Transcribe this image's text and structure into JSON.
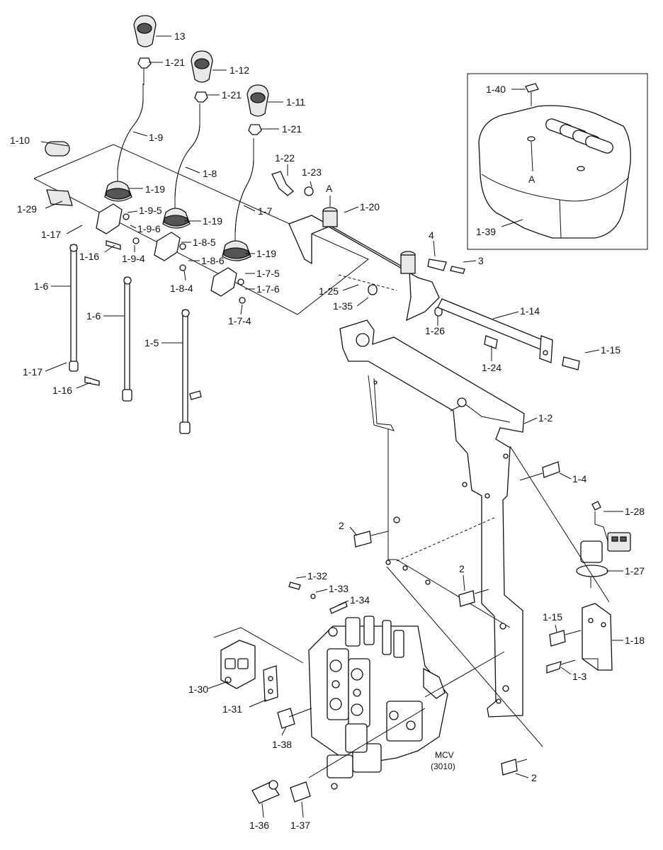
{
  "callouts": [
    {
      "id": "13",
      "text": "13"
    },
    {
      "id": "1-21a",
      "text": "1-21"
    },
    {
      "id": "1-12",
      "text": "1-12"
    },
    {
      "id": "1-21b",
      "text": "1-21"
    },
    {
      "id": "1-11",
      "text": "1-11"
    },
    {
      "id": "1-21c",
      "text": "1-21"
    },
    {
      "id": "1-10",
      "text": "1-10"
    },
    {
      "id": "1-9",
      "text": "1-9"
    },
    {
      "id": "1-8",
      "text": "1-8"
    },
    {
      "id": "1-7",
      "text": "1-7"
    },
    {
      "id": "1-22",
      "text": "1-22"
    },
    {
      "id": "1-23",
      "text": "1-23"
    },
    {
      "id": "A1",
      "text": "A"
    },
    {
      "id": "1-20",
      "text": "1-20"
    },
    {
      "id": "1-29",
      "text": "1-29"
    },
    {
      "id": "1-19a",
      "text": "1-19"
    },
    {
      "id": "1-9-5",
      "text": "1-9-5"
    },
    {
      "id": "1-19b",
      "text": "1-19"
    },
    {
      "id": "1-9-6",
      "text": "1-9-6"
    },
    {
      "id": "1-17a",
      "text": "1-17"
    },
    {
      "id": "1-8-5",
      "text": "1-8-5"
    },
    {
      "id": "1-19c",
      "text": "1-19"
    },
    {
      "id": "1-16a",
      "text": "1-16"
    },
    {
      "id": "1-9-4",
      "text": "1-9-4"
    },
    {
      "id": "1-8-6",
      "text": "1-8-6"
    },
    {
      "id": "1-6a",
      "text": "1-6"
    },
    {
      "id": "1-7-5",
      "text": "1-7-5"
    },
    {
      "id": "1-8-4",
      "text": "1-8-4"
    },
    {
      "id": "1-7-6",
      "text": "1-7-6"
    },
    {
      "id": "1-6b",
      "text": "1-6"
    },
    {
      "id": "1-7-4",
      "text": "1-7-4"
    },
    {
      "id": "1-5",
      "text": "1-5"
    },
    {
      "id": "1-17b",
      "text": "1-17"
    },
    {
      "id": "1-16b",
      "text": "1-16"
    },
    {
      "id": "4",
      "text": "4"
    },
    {
      "id": "3",
      "text": "3"
    },
    {
      "id": "1-25",
      "text": "1-25"
    },
    {
      "id": "1-35",
      "text": "1-35"
    },
    {
      "id": "1-26",
      "text": "1-26"
    },
    {
      "id": "1-14",
      "text": "1-14"
    },
    {
      "id": "1-24",
      "text": "1-24"
    },
    {
      "id": "1-15a",
      "text": "1-15"
    },
    {
      "id": "1-2",
      "text": "1-2"
    },
    {
      "id": "1-4",
      "text": "1-4"
    },
    {
      "id": "2a",
      "text": "2"
    },
    {
      "id": "1-28",
      "text": "1-28"
    },
    {
      "id": "1-27",
      "text": "1-27"
    },
    {
      "id": "2b",
      "text": "2"
    },
    {
      "id": "1-32",
      "text": "1-32"
    },
    {
      "id": "1-33",
      "text": "1-33"
    },
    {
      "id": "1-34",
      "text": "1-34"
    },
    {
      "id": "1-15b",
      "text": "1-15"
    },
    {
      "id": "1-18",
      "text": "1-18"
    },
    {
      "id": "1-3",
      "text": "1-3"
    },
    {
      "id": "1-30",
      "text": "1-30"
    },
    {
      "id": "1-31",
      "text": "1-31"
    },
    {
      "id": "1-38",
      "text": "1-38"
    },
    {
      "id": "mcv",
      "text": "MCV"
    },
    {
      "id": "mcv-num",
      "text": "(3010)"
    },
    {
      "id": "2c",
      "text": "2"
    },
    {
      "id": "1-36",
      "text": "1-36"
    },
    {
      "id": "1-37",
      "text": "1-37"
    }
  ],
  "inset": {
    "bolt_label": "1-40",
    "point_label": "A",
    "cover_label": "1-39"
  }
}
